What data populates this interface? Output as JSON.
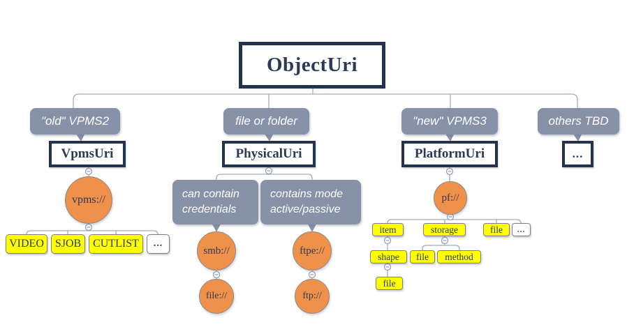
{
  "diagram": {
    "title": "ObjectUri",
    "root": {
      "label": "ObjectUri"
    },
    "branch_vpms2": {
      "callout": "\"old\" VPMS2",
      "node": "VpmsUri",
      "scheme": "vpms://",
      "leaves": [
        "VIDEO",
        "SJOB",
        "CUTLIST",
        "..."
      ]
    },
    "branch_physical": {
      "callout": "file or folder",
      "node": "PhysicalUri",
      "note_smb": "can contain credentials",
      "note_ftpe": "contains mode active/passive",
      "schemes": {
        "smb": "smb://",
        "file": "file://",
        "ftpe": "ftpe://",
        "ftp": "ftp://"
      }
    },
    "branch_platform": {
      "callout": "\"new\" VPMS3",
      "node": "PlatformUri",
      "scheme": "pf://",
      "level1": [
        "item",
        "storage",
        "file",
        "..."
      ],
      "item_children": [
        "shape"
      ],
      "storage_children": [
        "file",
        "method"
      ],
      "shape_children": [
        "file"
      ]
    },
    "branch_others": {
      "callout": "others TBD",
      "node": "..."
    },
    "colors": {
      "navy": "#24334d",
      "callout_bg": "#8792a9",
      "orange": "#f0914b",
      "yellow": "#ffff00",
      "connector": "#a3abba"
    }
  }
}
